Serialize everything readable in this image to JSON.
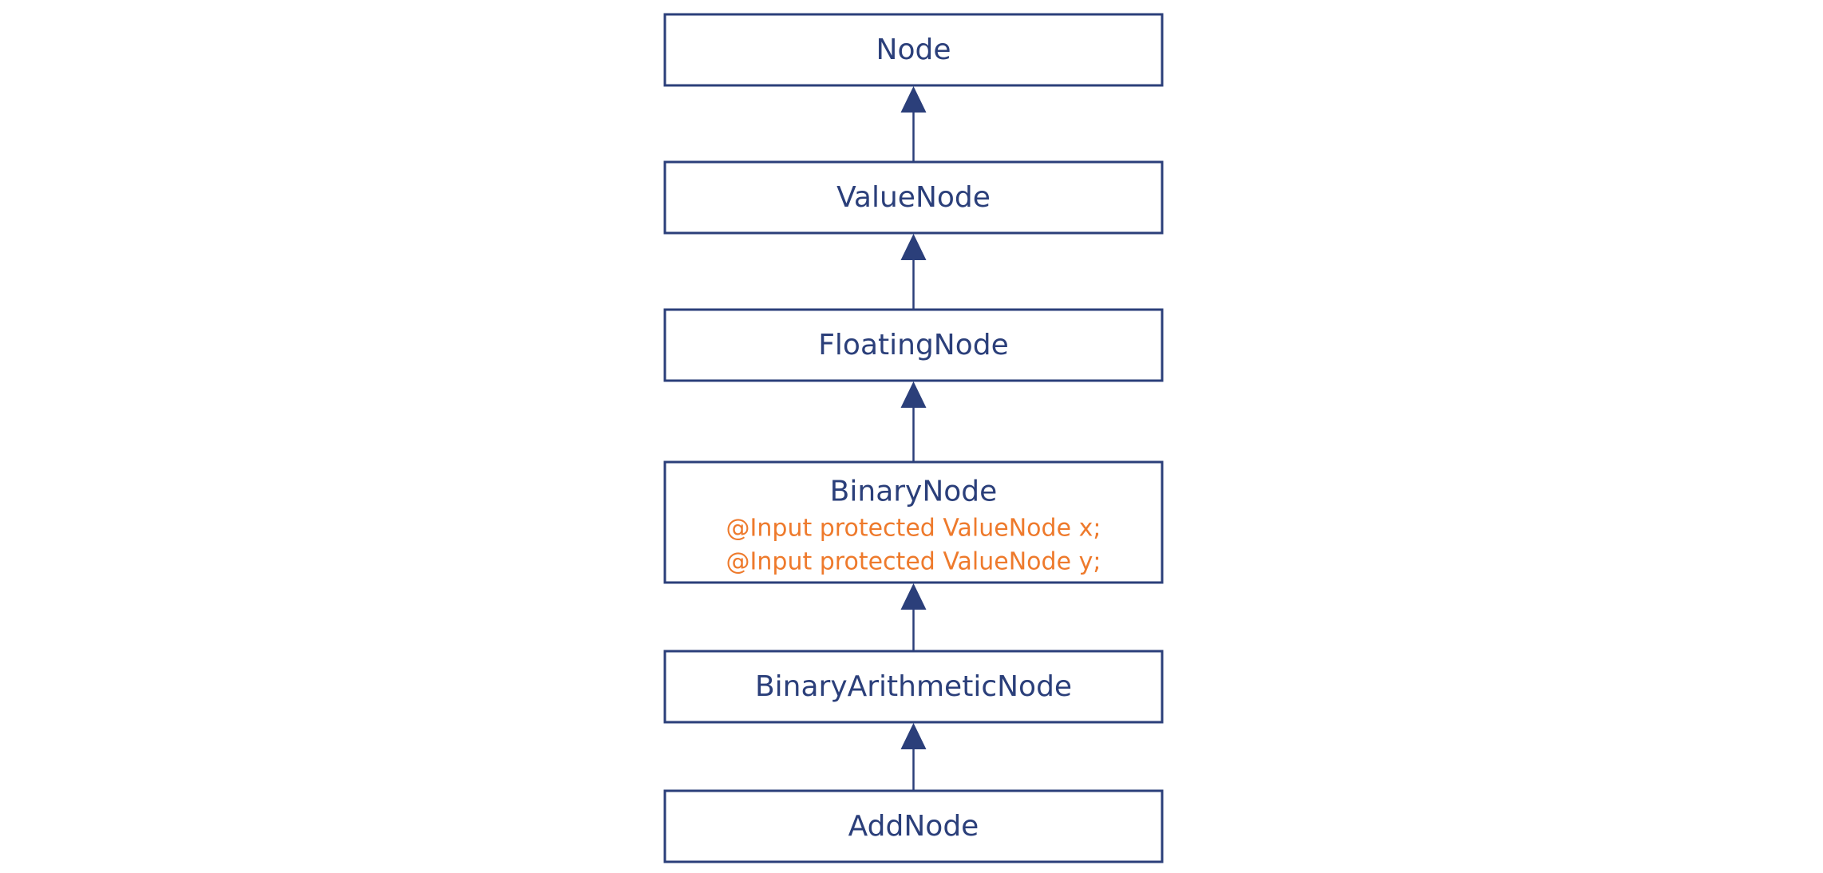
{
  "diagram": {
    "colors": {
      "stroke": "#2b3f7a",
      "name_text": "#2b3f7a",
      "field_text": "#ee7a2c",
      "box_fill": "#ffffff"
    },
    "nodes": [
      {
        "id": "node",
        "name": "Node",
        "fields": []
      },
      {
        "id": "value-node",
        "name": "ValueNode",
        "fields": []
      },
      {
        "id": "floating-node",
        "name": "FloatingNode",
        "fields": []
      },
      {
        "id": "binary-node",
        "name": "BinaryNode",
        "fields": [
          "@Input protected ValueNode x;",
          "@Input protected ValueNode y;"
        ]
      },
      {
        "id": "binary-arithmetic-node",
        "name": "BinaryArithmeticNode",
        "fields": []
      },
      {
        "id": "add-node",
        "name": "AddNode",
        "fields": []
      }
    ],
    "edges": [
      {
        "from": "value-node",
        "to": "node",
        "kind": "inheritance"
      },
      {
        "from": "floating-node",
        "to": "value-node",
        "kind": "inheritance"
      },
      {
        "from": "binary-node",
        "to": "floating-node",
        "kind": "inheritance"
      },
      {
        "from": "binary-arithmetic-node",
        "to": "binary-node",
        "kind": "inheritance"
      },
      {
        "from": "add-node",
        "to": "binary-arithmetic-node",
        "kind": "inheritance"
      }
    ]
  }
}
